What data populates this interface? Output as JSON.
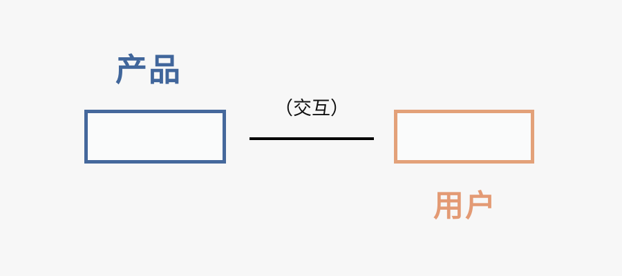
{
  "diagram": {
    "background_color": "#f7f7f7",
    "nodes": [
      {
        "id": "product",
        "caption": "产品",
        "border_color": "#45689c",
        "caption_color": "#41669b",
        "fill_color": "#fafbfb"
      },
      {
        "id": "user",
        "caption": "用户",
        "border_color": "#e3a179",
        "caption_color": "#e39a74",
        "fill_color": "#fafbfb"
      }
    ],
    "connector": {
      "label": "（交互）",
      "line_color": "#000000",
      "from": "product",
      "to": "user"
    }
  }
}
